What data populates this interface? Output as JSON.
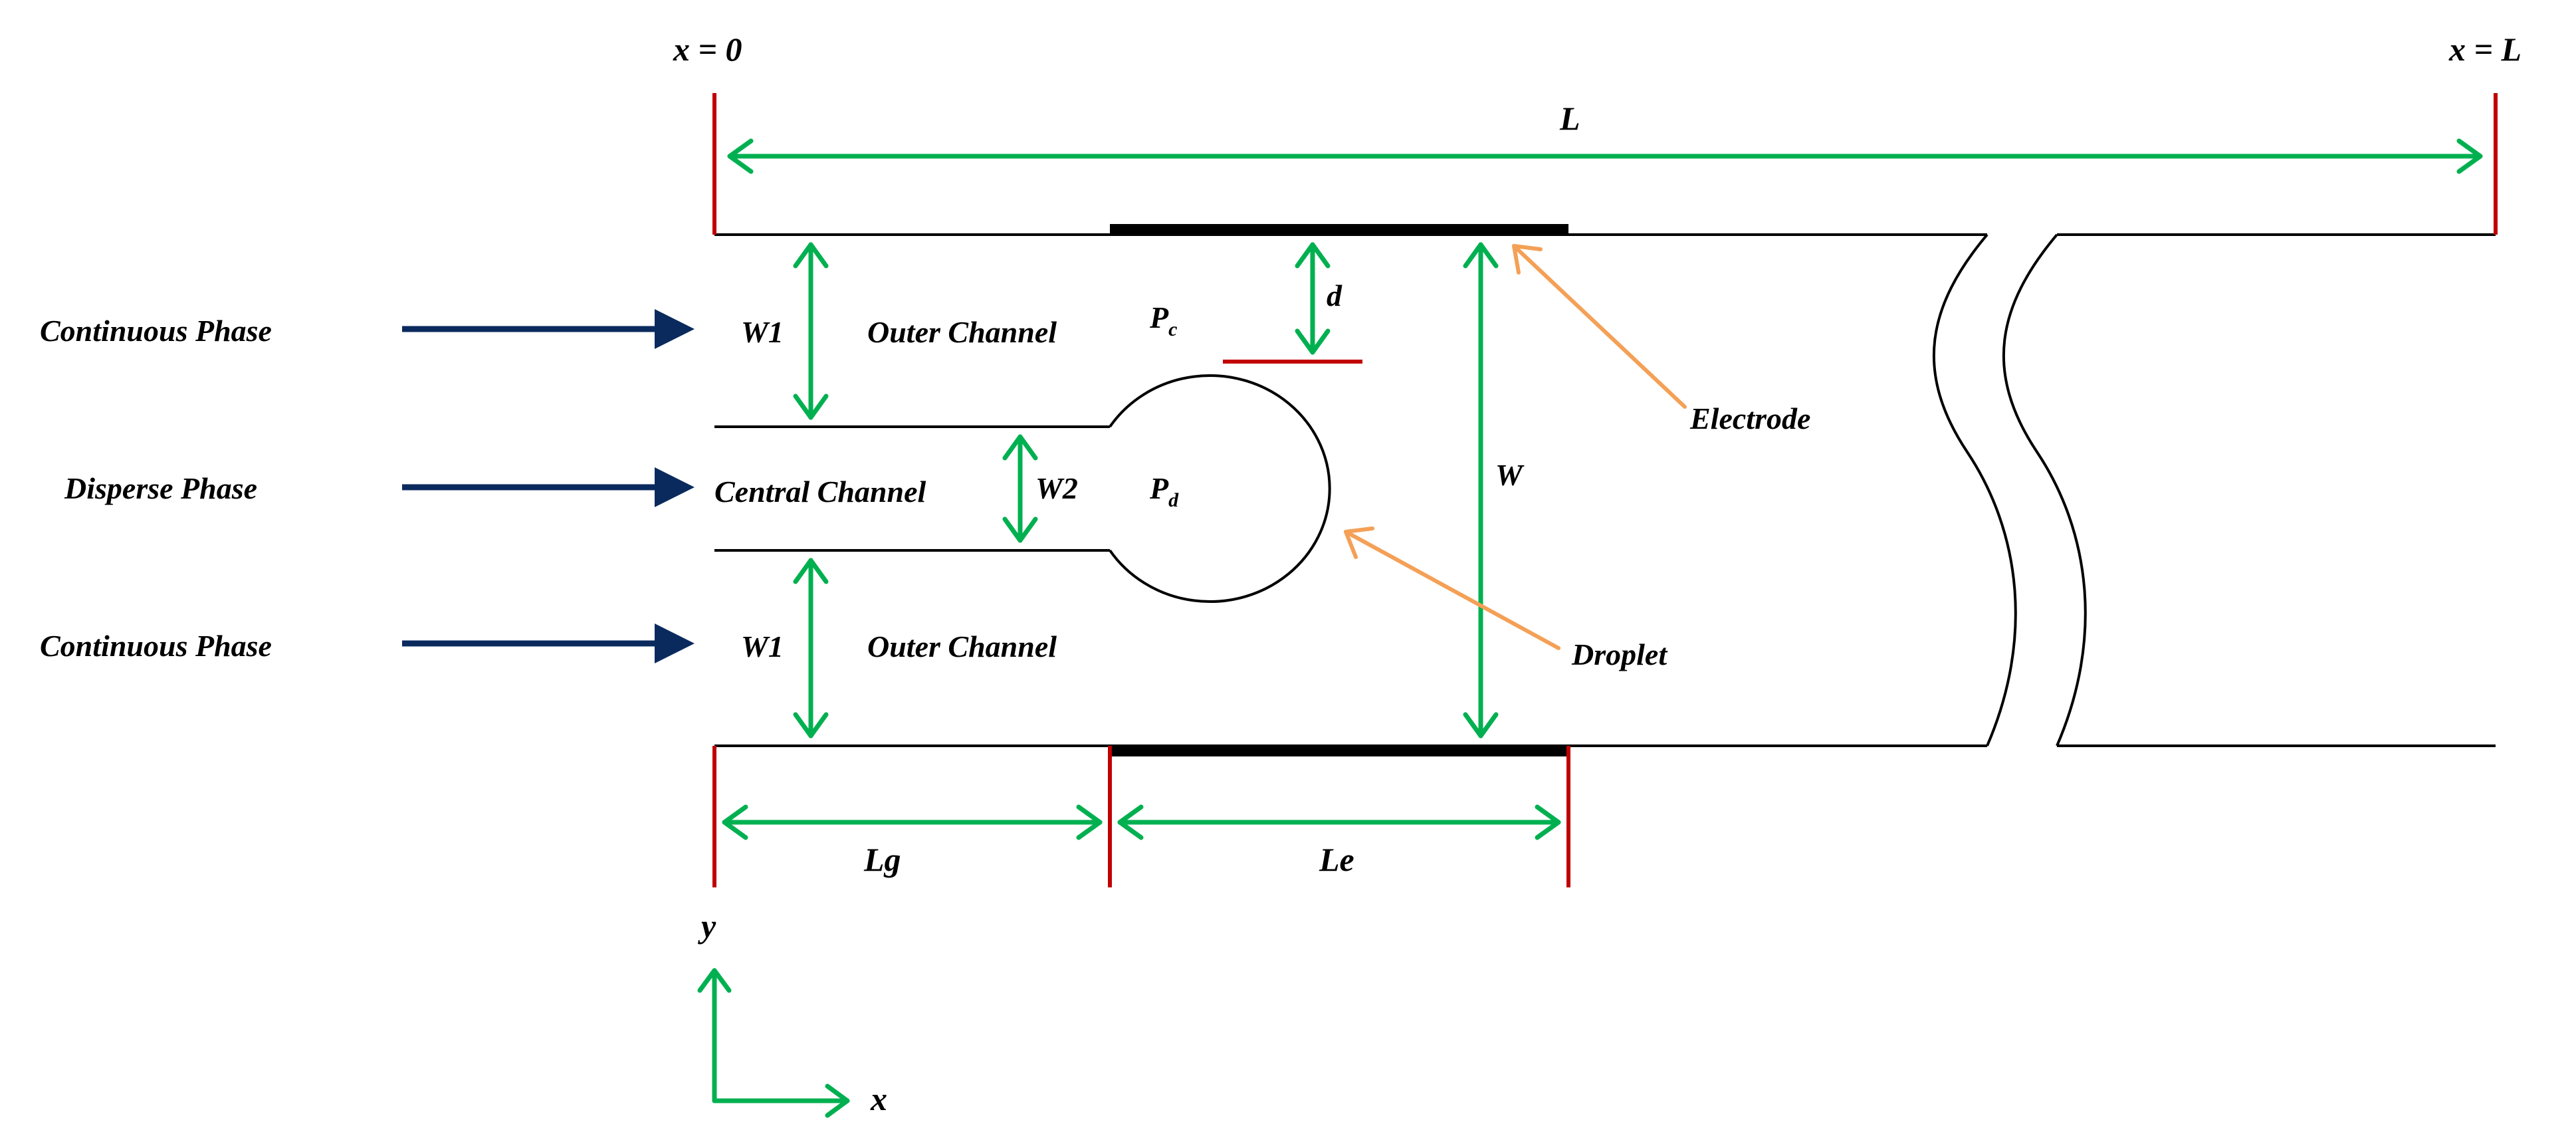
{
  "labels": {
    "x0": "x = 0",
    "xL": "x = L",
    "L": "L",
    "continuous_phase_top": "Continuous Phase",
    "disperse_phase": "Disperse Phase",
    "continuous_phase_bottom": "Continuous Phase",
    "W1_top": "W1",
    "W1_bottom": "W1",
    "W2": "W2",
    "W": "W",
    "d": "d",
    "outer_channel_top": "Outer Channel",
    "central_channel": "Central Channel",
    "outer_channel_bottom": "Outer Channel",
    "Pc_main": "P",
    "Pc_sub": "c",
    "Pd_main": "P",
    "Pd_sub": "d",
    "electrode": "Electrode",
    "droplet": "Droplet",
    "Lg": "Lg",
    "Le": "Le",
    "axis_y": "y",
    "axis_x": "x"
  },
  "colors": {
    "dimension_arrows": "#00B050",
    "boundary_markers": "#C00000",
    "pointer_arrows": "#F4A056",
    "inflow_arrows": "#0A2A5E",
    "walls": "#000000",
    "electrodes": "#000000"
  }
}
